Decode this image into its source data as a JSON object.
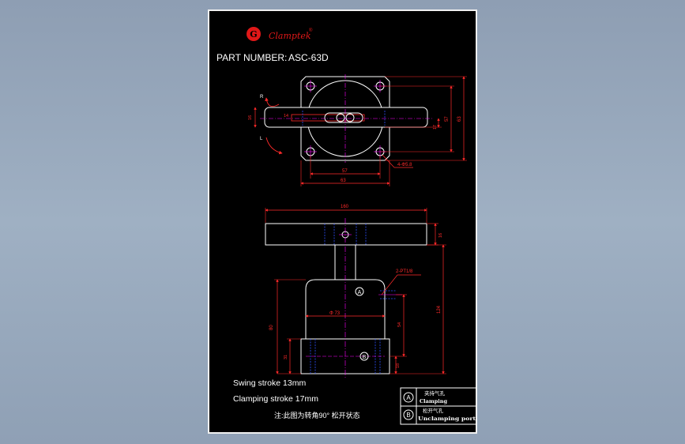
{
  "brand": {
    "logo_letter": "G",
    "logo_text": "Clamptek",
    "registered": "®"
  },
  "part_number_label": "PART NUMBER:",
  "part_number_value": "ASC-63D",
  "top_view": {
    "rot_right": "R",
    "rot_left": "L",
    "dim_width_inner": "57",
    "dim_width_outer": "63",
    "dim_height_inner": "57",
    "dim_height_outer": "63",
    "dim_arm_offset": "17",
    "dim_arm_width": "16",
    "dim_slot": "14",
    "hole_spec": "4-Φ5.8"
  },
  "side_view": {
    "dim_arm_length": "160",
    "dim_arm_thickness": "16",
    "port_spec": "2-PT1/8",
    "dim_body_diameter": "Φ 73",
    "dim_body_height": "80",
    "dim_base_height": "31",
    "dim_total_height": "124",
    "dim_stroke_zone": "54",
    "dim_port_offset": "18",
    "port_a_marker": "A",
    "port_b_marker": "B"
  },
  "notes": {
    "swing_stroke": "Swing stroke 13mm",
    "clamping_stroke": "Clamping stroke 17mm",
    "chinese_note": "注:此图为转角90° 松开状态"
  },
  "legend": {
    "row_a_marker": "A",
    "row_a_cn": "夹持气孔",
    "row_a_en": "Clamping",
    "row_b_marker": "B",
    "row_b_cn": "松开气孔",
    "row_b_en": "Unclamping port"
  },
  "colors": {
    "outline": "#ffffff",
    "dimension": "#ff2a2a",
    "hidden": "#2f4fff",
    "center": "#ff00ff",
    "brand": "#e01818"
  }
}
